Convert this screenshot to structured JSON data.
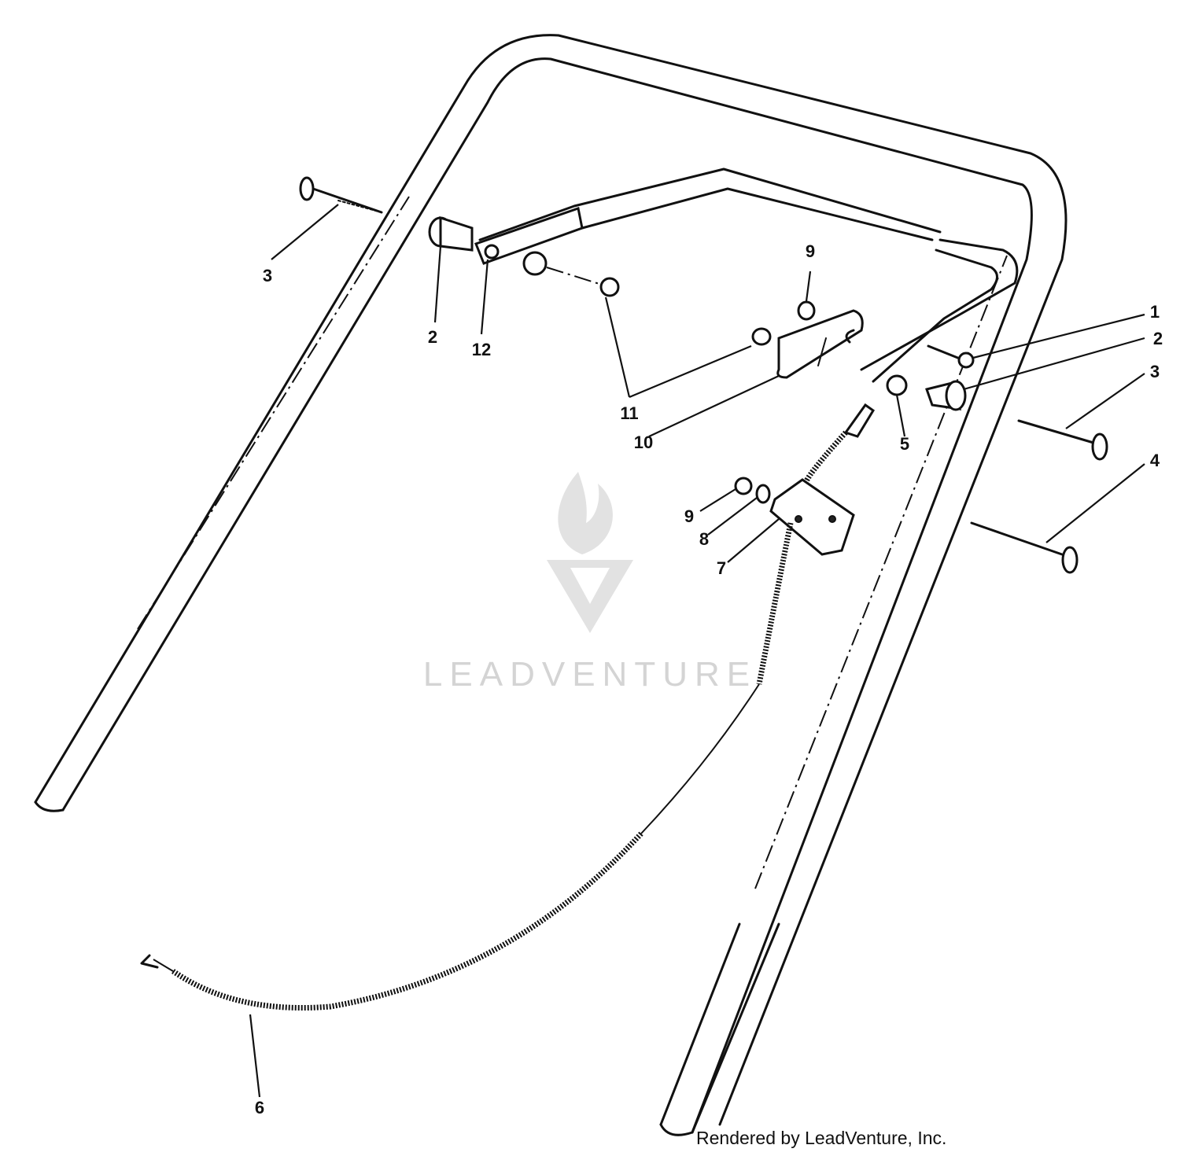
{
  "callouts": [
    {
      "id": "c1",
      "label": "1"
    },
    {
      "id": "c2a",
      "label": "2"
    },
    {
      "id": "c2b",
      "label": "2"
    },
    {
      "id": "c3a",
      "label": "3"
    },
    {
      "id": "c3b",
      "label": "3"
    },
    {
      "id": "c4",
      "label": "4"
    },
    {
      "id": "c5",
      "label": "5"
    },
    {
      "id": "c6",
      "label": "6"
    },
    {
      "id": "c7",
      "label": "7"
    },
    {
      "id": "c8",
      "label": "8"
    },
    {
      "id": "c9a",
      "label": "9"
    },
    {
      "id": "c9b",
      "label": "9"
    },
    {
      "id": "c10",
      "label": "10"
    },
    {
      "id": "c11",
      "label": "11"
    },
    {
      "id": "c12",
      "label": "12"
    }
  ],
  "watermark": {
    "text": "LEADVENTURE"
  },
  "credit": {
    "text": "Rendered by LeadVenture, Inc."
  }
}
